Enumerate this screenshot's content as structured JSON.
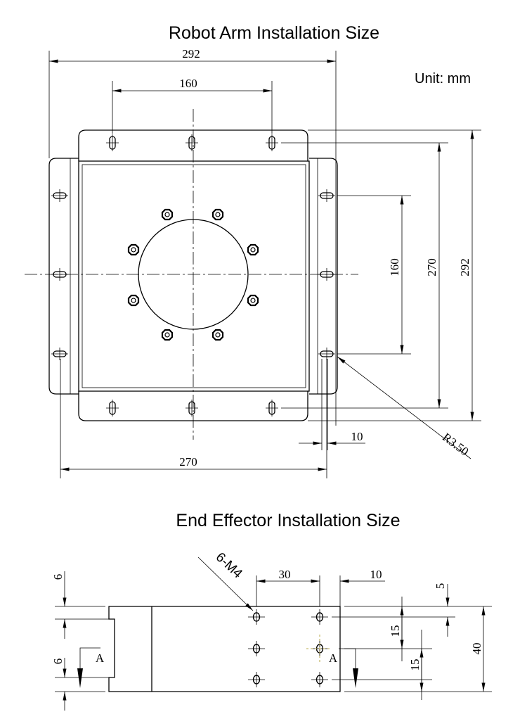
{
  "top": {
    "title": "Robot Arm Installation Size",
    "unit": "Unit: mm",
    "dims": {
      "overall_width": "292",
      "top_hole_span": "160",
      "right_hole_span": "160",
      "slot_span_vertical": "270",
      "overall_height": "292",
      "slot_offset": "10",
      "slot_radius": "R3.50",
      "bottom_slot_span": "270"
    }
  },
  "bottom": {
    "title": "End Effector Installation Size",
    "dims": {
      "thread": "6-M4",
      "hole_pitch_x": "30",
      "edge_offset_x": "10",
      "edge_offset_y": "5",
      "hole_pitch_y1": "15",
      "hole_pitch_y2": "15",
      "height": "40",
      "left_top": "6",
      "left_bottom": "6",
      "section_left": "A",
      "section_right": "A"
    }
  }
}
